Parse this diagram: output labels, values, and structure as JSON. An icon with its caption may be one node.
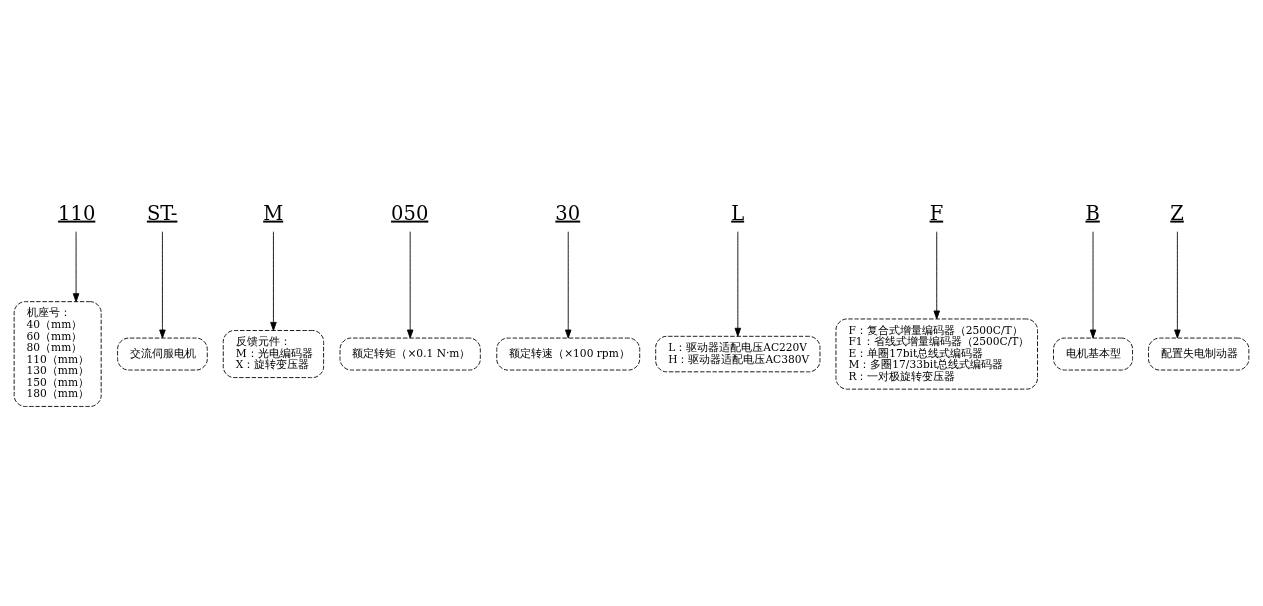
{
  "diagram": {
    "nodes": [
      {
        "text": [
          "110"
        ]
      },
      {
        "text": [
          "ST-"
        ]
      },
      {
        "text": [
          "M"
        ]
      },
      {
        "text": [
          "050"
        ]
      },
      {
        "text": [
          "30"
        ]
      },
      {
        "text": [
          "L"
        ]
      },
      {
        "text": [
          "F"
        ]
      },
      {
        "text": [
          "B"
        ]
      },
      {
        "text": [
          "Z"
        ]
      },
      {
        "text": [
          "机座号：",
          "40（mm）",
          "60（mm）",
          "80（mm）",
          "110（mm）",
          "130（mm）",
          "150（mm）",
          "180（mm）"
        ]
      },
      {
        "text": [
          "配置失电制动器"
        ]
      },
      {
        "text": [
          "电机基本型"
        ]
      },
      {
        "text": [
          "交流伺服电机"
        ]
      },
      {
        "text": [
          "F：复合式增量编码器（2500C/T）",
          "F1：省线式增量编码器（2500C/T）",
          "E：单圈17bit总线式编码器",
          "M：多圈17/33bit总线式编码器",
          "R：一对极旋转变压器"
        ]
      },
      {
        "text": [
          "反馈元件：",
          "M：光电编码器",
          "X：旋转变压器"
        ]
      },
      {
        "text": [
          "L：驱动器适配电压AC220V",
          "H：驱动器适配电压AC380V"
        ]
      },
      {
        "text": [
          "额定转矩（×0.1 N·m）"
        ]
      },
      {
        "text": [
          "额定转速（×100 rpm）"
        ]
      }
    ],
    "edges": [
      {
        "from": 0,
        "to": 9,
        "arrow": "to"
      },
      {
        "from": 1,
        "to": 12,
        "arrow": "to"
      },
      {
        "from": 2,
        "to": 14,
        "arrow": "to"
      },
      {
        "from": 3,
        "to": 16,
        "arrow": "to"
      },
      {
        "from": 4,
        "to": 17,
        "arrow": "to"
      },
      {
        "from": 5,
        "to": 15,
        "arrow": "to"
      },
      {
        "from": 6,
        "to": 13,
        "arrow": "to"
      },
      {
        "from": 7,
        "to": 11,
        "arrow": "to"
      },
      {
        "from": 8,
        "to": 10,
        "arrow": "to"
      }
    ]
  }
}
